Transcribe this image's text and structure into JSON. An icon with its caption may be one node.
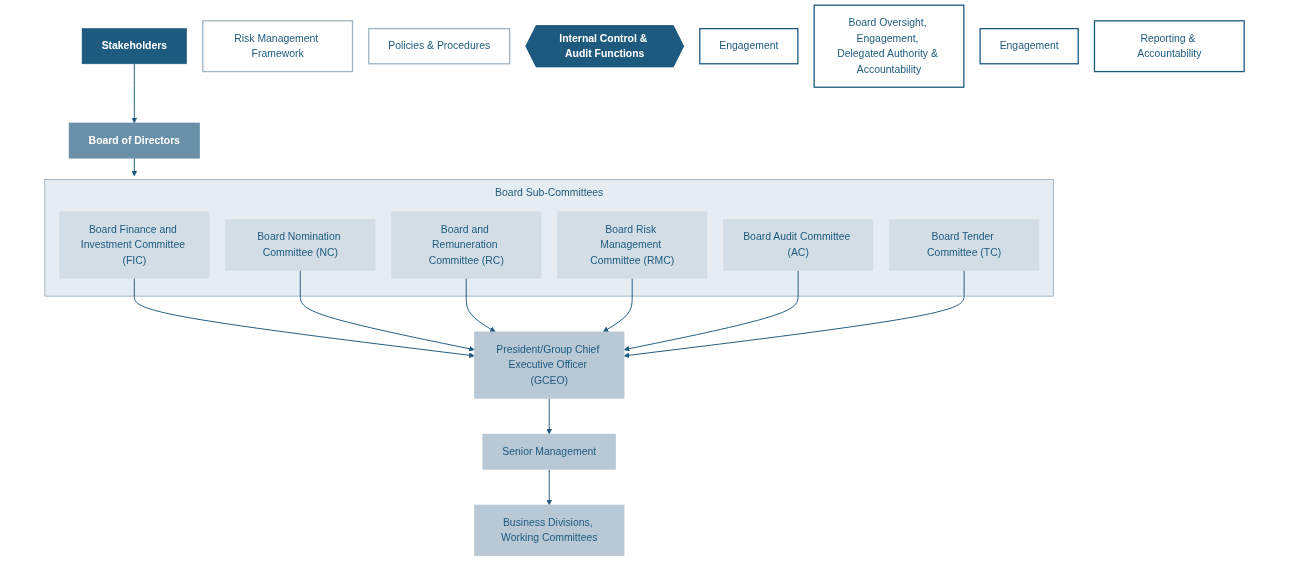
{
  "diagram": {
    "nodes": [
      {
        "text": [
          "Stakeholders"
        ]
      },
      {
        "text": [
          "Board of Directors"
        ]
      },
      {
        "text": [
          "Board Sub-Committees"
        ]
      },
      {
        "text": [
          "Board Finance and Investment Committee (FIC)"
        ],
        "in": 2
      },
      {
        "text": [
          "Board Nomination Committee (NC)"
        ],
        "in": 2
      },
      {
        "text": [
          "Board and Remuneration Committee (RC)"
        ],
        "in": 2
      },
      {
        "text": [
          "Board Risk Management Committee (RMC)"
        ],
        "in": 2
      },
      {
        "text": [
          "Board Audit Committee (AC)"
        ],
        "in": 2
      },
      {
        "text": [
          "Board Tender Committee (TC)"
        ],
        "in": 2
      },
      {
        "text": [
          "Risk Management Framework"
        ]
      },
      {
        "text": [
          "President/Group Chief Executive Officer (GCEO)"
        ]
      },
      {
        "text": [
          "Senior Management"
        ]
      },
      {
        "text": [
          "Business Divisions, Working Committees"
        ]
      },
      {
        "text": [
          "Policies & Procedures"
        ]
      },
      {
        "text": [
          "Internal Control & Audit Functions"
        ]
      },
      {
        "text": [
          "Engagement"
        ]
      },
      {
        "text": [
          "Board Oversight, Engagement, Delegated Authority & Accountability"
        ]
      },
      {
        "text": [
          "Engagement"
        ]
      },
      {
        "text": [
          "Reporting & Accountability"
        ]
      }
    ],
    "edges": [
      {
        "from": 0,
        "to": 1,
        "arrow": "to"
      },
      {
        "from": 1,
        "to": 2,
        "arrow": "to"
      },
      {
        "from": 3,
        "to": 10,
        "arrow": "to"
      },
      {
        "from": 4,
        "to": 10,
        "arrow": "to"
      },
      {
        "from": 5,
        "to": 10,
        "arrow": "to"
      },
      {
        "from": 6,
        "to": 10,
        "arrow": "to"
      },
      {
        "from": 7,
        "to": 10,
        "arrow": "to"
      },
      {
        "from": 8,
        "to": 10,
        "arrow": "to"
      },
      {
        "from": 10,
        "to": 11,
        "arrow": "to"
      },
      {
        "from": 11,
        "to": 12,
        "arrow": "to"
      }
    ]
  }
}
